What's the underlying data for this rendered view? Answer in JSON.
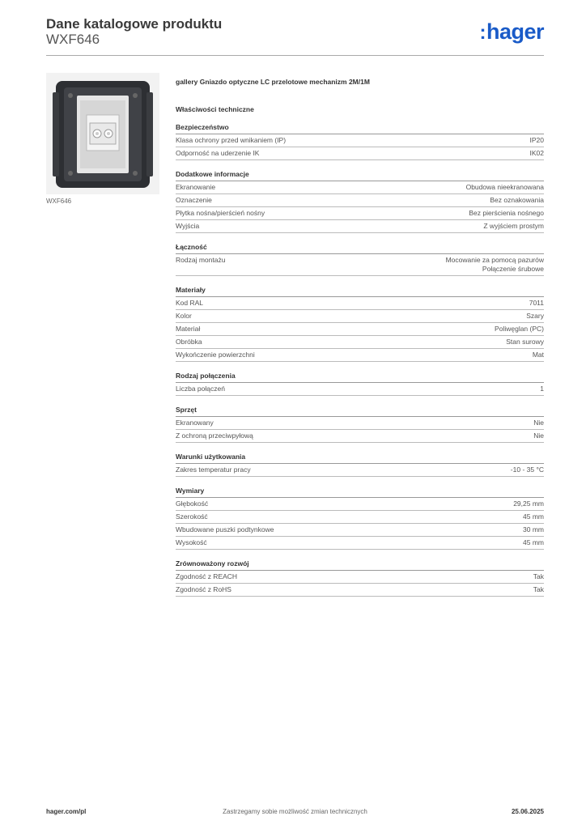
{
  "header": {
    "title": "Dane katalogowe produktu",
    "code": "WXF646",
    "logo_text": "hager",
    "logo_color": "#1a5bc8"
  },
  "image": {
    "caption": "WXF646"
  },
  "product_name": "gallery Gniazdo optyczne LC przelotowe mechanizm 2M/1M",
  "main_heading": "Właściwości techniczne",
  "sections": [
    {
      "title": "Bezpieczeństwo",
      "rows": [
        {
          "label": "Klasa ochrony przed wnikaniem (IP)",
          "value": [
            "IP20"
          ]
        },
        {
          "label": "Odporność na uderzenie IK",
          "value": [
            "IK02"
          ]
        }
      ]
    },
    {
      "title": "Dodatkowe informacje",
      "rows": [
        {
          "label": "Ekranowanie",
          "value": [
            "Obudowa nieekranowana"
          ]
        },
        {
          "label": "Oznaczenie",
          "value": [
            "Bez oznakowania"
          ]
        },
        {
          "label": "Płytka nośna/pierścień nośny",
          "value": [
            "Bez pierścienia nośnego"
          ]
        },
        {
          "label": "Wyjścia",
          "value": [
            "Z wyjściem prostym"
          ]
        }
      ]
    },
    {
      "title": "Łączność",
      "rows": [
        {
          "label": "Rodzaj montażu",
          "value": [
            "Mocowanie za pomocą pazurów",
            "Połączenie śrubowe"
          ]
        }
      ]
    },
    {
      "title": "Materiały",
      "rows": [
        {
          "label": "Kod RAL",
          "value": [
            "7011"
          ]
        },
        {
          "label": "Kolor",
          "value": [
            "Szary"
          ]
        },
        {
          "label": "Materiał",
          "value": [
            "Poliwęglan (PC)"
          ]
        },
        {
          "label": "Obróbka",
          "value": [
            "Stan surowy"
          ]
        },
        {
          "label": "Wykończenie powierzchni",
          "value": [
            "Mat"
          ]
        }
      ]
    },
    {
      "title": "Rodzaj połączenia",
      "rows": [
        {
          "label": "Liczba połączeń",
          "value": [
            "1"
          ]
        }
      ]
    },
    {
      "title": "Sprzęt",
      "rows": [
        {
          "label": "Ekranowany",
          "value": [
            "Nie"
          ]
        },
        {
          "label": "Z ochroną przeciwpyłową",
          "value": [
            "Nie"
          ]
        }
      ]
    },
    {
      "title": "Warunki użytkowania",
      "rows": [
        {
          "label": "Zakres temperatur pracy",
          "value": [
            "-10 - 35 °C"
          ]
        }
      ]
    },
    {
      "title": "Wymiary",
      "rows": [
        {
          "label": "Głębokość",
          "value": [
            "29,25 mm"
          ]
        },
        {
          "label": "Szerokość",
          "value": [
            "45 mm"
          ]
        },
        {
          "label": "Wbudowane puszki podtynkowe",
          "value": [
            "30 mm"
          ]
        },
        {
          "label": "Wysokość",
          "value": [
            "45 mm"
          ]
        }
      ]
    },
    {
      "title": "Zrównoważony rozwój",
      "rows": [
        {
          "label": "Zgodność z REACH",
          "value": [
            "Tak"
          ]
        },
        {
          "label": "Zgodność z RoHS",
          "value": [
            "Tak"
          ]
        }
      ]
    }
  ],
  "footer": {
    "left": "hager.com/pl",
    "center": "Zastrzegamy sobie możliwość zmian technicznych",
    "right": "25.06.2025"
  }
}
